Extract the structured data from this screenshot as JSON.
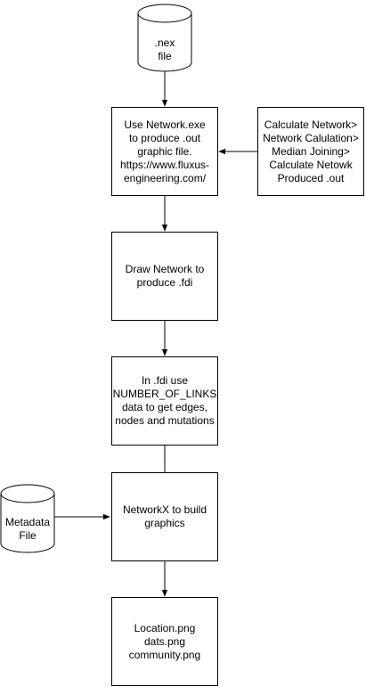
{
  "nodes": {
    "nex_file": "\n.nex\nfile",
    "use_network": "Use Network.exe\nto produce .out\ngraphic file.\nhttps://www.fluxus-\nengineering.com/",
    "calculate_network": "Calculate Network>\nNetwork Calulation>\nMedian Joining>\nCalculate Netowk\nProduced .out",
    "draw_network": "Draw Network to\nproduce .fdi",
    "fdi_links": "In .fdi use\nNUMBER_OF_LINKS\ndata to get edges,\nnodes and mutations",
    "metadata_file": "Metadata\nFile",
    "networkx": "NetworkX to build\ngraphics",
    "outputs": "Location.png\ndats.png\ncommunity.png"
  },
  "colors": {
    "stroke": "#000000",
    "fill": "#ffffff",
    "text": "#000000"
  }
}
